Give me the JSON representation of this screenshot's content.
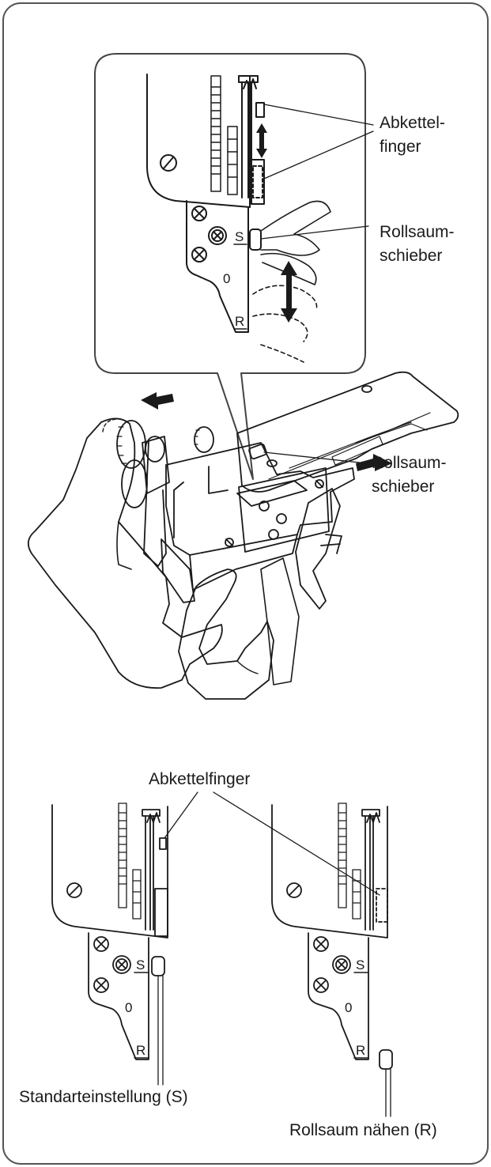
{
  "labels": {
    "inset_looper_top": "Abkettel-",
    "inset_looper_bottom": "finger",
    "inset_lever_top": "Rollsaum-",
    "inset_lever_bottom": "schieber",
    "main_lever_top": "Rollsaum-",
    "main_lever_bottom": "schieber",
    "bottom_looper": "Abkettelfinger",
    "standard_setting": "Standarteinstellung (S)",
    "rolled_hem": "Rollsaum nähen (R)"
  },
  "markings": {
    "standard": "S",
    "rolled": "R",
    "zero": "0"
  }
}
